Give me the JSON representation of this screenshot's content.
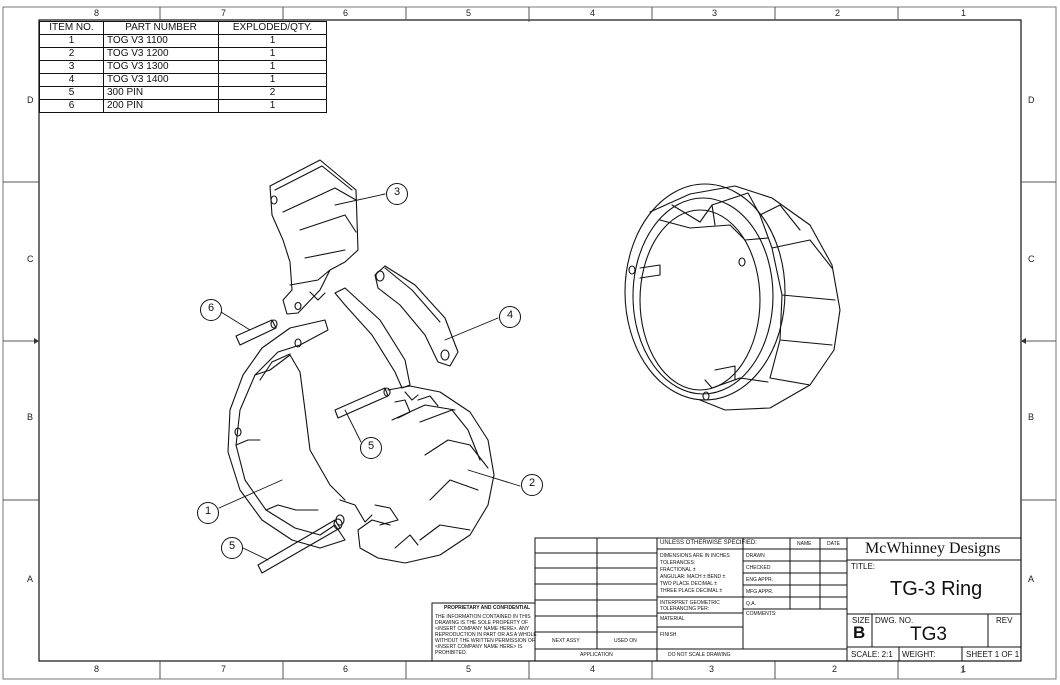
{
  "zones": {
    "top": [
      "8",
      "7",
      "6",
      "5",
      "4",
      "3",
      "2",
      "1"
    ],
    "bottom": [
      "8",
      "7",
      "6",
      "5",
      "4",
      "3",
      "2",
      "1"
    ],
    "left": [
      "D",
      "C",
      "B",
      "A"
    ],
    "right": [
      "D",
      "C",
      "B",
      "A"
    ]
  },
  "bom": {
    "headers": [
      "ITEM NO.",
      "PART NUMBER",
      "EXPLODED/QTY."
    ],
    "rows": [
      [
        "1",
        "TOG V3 1100",
        "1"
      ],
      [
        "2",
        "TOG V3 1200",
        "1"
      ],
      [
        "3",
        "TOG V3 1300",
        "1"
      ],
      [
        "4",
        "TOG V3 1400",
        "1"
      ],
      [
        "5",
        "300 PIN",
        "2"
      ],
      [
        "6",
        "200 PIN",
        "1"
      ]
    ]
  },
  "balloons": [
    "3",
    "6",
    "4",
    "5",
    "2",
    "1",
    "5"
  ],
  "title_block": {
    "company": "McWhinney Designs",
    "title_label": "TITLE:",
    "title": "TG-3 Ring",
    "size_label": "SIZE",
    "size": "B",
    "dwg_no_label": "DWG. NO.",
    "dwg_no": "TG3",
    "rev_label": "REV",
    "scale": "SCALE: 2:1",
    "weight": "WEIGHT:",
    "sheet": "SHEET 1 OF 1",
    "unless": "UNLESS OTHERWISE SPECIFIED:",
    "dims_lines": [
      "DIMENSIONS ARE IN INCHES",
      "TOLERANCES:",
      "FRACTIONAL ±",
      "ANGULAR: MACH ±    BEND ±",
      "TWO PLACE DECIMAL    ±",
      "THREE PLACE DECIMAL  ±"
    ],
    "interpret": [
      "INTERPRET GEOMETRIC",
      "TOLERANCING PER:"
    ],
    "material": "MATERIAL",
    "finish": "FINISH",
    "do_not_scale": "DO NOT SCALE DRAWING",
    "name_col": "NAME",
    "date_col": "DATE",
    "roles": [
      "DRAWN",
      "CHECKED",
      "ENG APPR.",
      "MFG APPR.",
      "Q.A.",
      "COMMENTS:"
    ],
    "next_assy": "NEXT ASSY",
    "used_on": "USED ON",
    "application": "APPLICATION",
    "proprietary_title": "PROPRIETARY AND CONFIDENTIAL",
    "proprietary_lines": [
      "THE INFORMATION CONTAINED IN THIS",
      "DRAWING IS THE SOLE PROPERTY OF",
      "<INSERT COMPANY NAME HERE>. ANY",
      "REPRODUCTION IN PART OR AS A WHOLE",
      "WITHOUT THE WRITTEN PERMISSION OF",
      "<INSERT COMPANY NAME HERE> IS",
      "PROHIBITED."
    ],
    "page_number": "1"
  }
}
